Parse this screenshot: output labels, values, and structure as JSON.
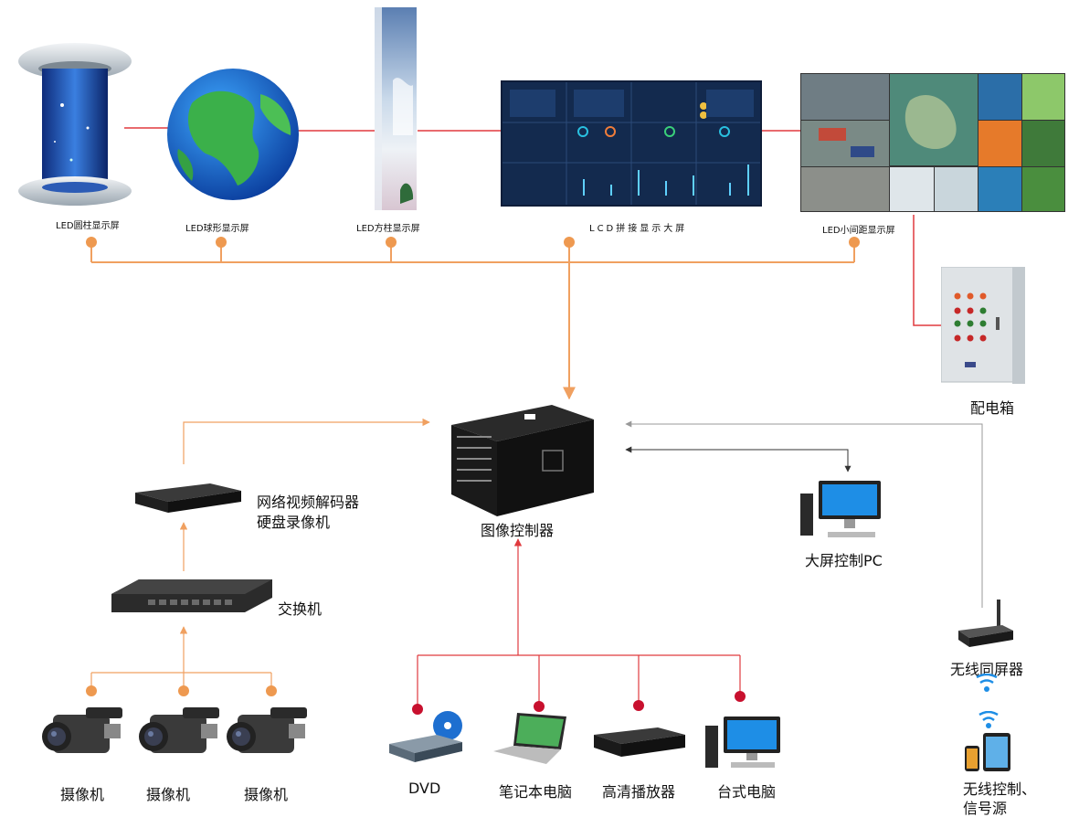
{
  "colors": {
    "red_line": "#e03a3e",
    "orange_line": "#f0a060",
    "orange_dot": "#ee9950",
    "red_dot": "#c8102e",
    "gray_line": "#999999",
    "dark_line": "#333333"
  },
  "displays": [
    {
      "label": "LED圆柱显示屏",
      "icon": "led-cylinder-icon"
    },
    {
      "label": "LED球形显示屏",
      "icon": "led-sphere-icon"
    },
    {
      "label": "LED方柱显示屏",
      "icon": "led-square-column-icon"
    },
    {
      "label": "LCD拼接显示大屏",
      "icon": "lcd-video-wall-icon"
    },
    {
      "label": "LED小间距显示屏",
      "icon": "led-small-pitch-icon"
    }
  ],
  "power_box": {
    "label": "配电箱",
    "icon": "power-distribution-box-icon"
  },
  "controller": {
    "label": "图像控制器",
    "icon": "image-controller-icon"
  },
  "big_screen_pc": {
    "label": "大屏控制PC",
    "icon": "desktop-pc-icon"
  },
  "decoder": {
    "label_line1": "网络视频解码器",
    "label_line2": "硬盘录像机",
    "icon": "decoder-icon"
  },
  "switch": {
    "label": "交换机",
    "icon": "network-switch-icon"
  },
  "cameras": [
    {
      "label": "摄像机",
      "icon": "camera-icon"
    },
    {
      "label": "摄像机",
      "icon": "camera-icon"
    },
    {
      "label": "摄像机",
      "icon": "camera-icon"
    }
  ],
  "sources": [
    {
      "label": "DVD",
      "icon": "dvd-player-icon"
    },
    {
      "label": "笔记本电脑",
      "icon": "laptop-icon"
    },
    {
      "label": "高清播放器",
      "icon": "hd-player-icon"
    },
    {
      "label": "台式电脑",
      "icon": "desktop-computer-icon"
    }
  ],
  "wireless": {
    "label": "无线同屏器",
    "icon": "wireless-router-icon"
  },
  "wireless_control": {
    "label_line1": "无线控制、",
    "label_line2": "信号源",
    "icon": "tablet-phone-icon"
  }
}
